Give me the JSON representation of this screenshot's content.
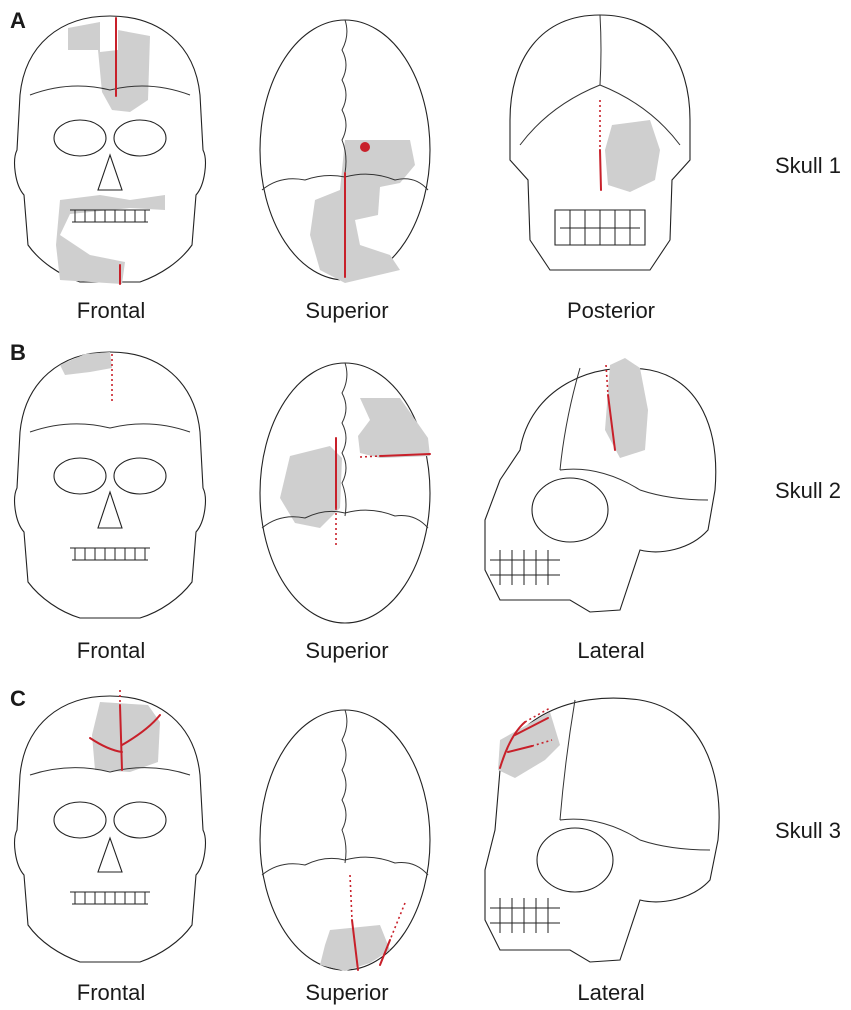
{
  "panels": [
    {
      "letter": "A",
      "skull": "Skull 1",
      "views": [
        "Frontal",
        "Superior",
        "Posterior"
      ]
    },
    {
      "letter": "B",
      "skull": "Skull 2",
      "views": [
        "Frontal",
        "Superior",
        "Lateral"
      ]
    },
    {
      "letter": "C",
      "skull": "Skull 3",
      "views": [
        "Frontal",
        "Superior",
        "Lateral"
      ]
    }
  ],
  "colors": {
    "fracture": "#c8202a",
    "damage": "#cfcfcf",
    "outline": "#222222"
  }
}
